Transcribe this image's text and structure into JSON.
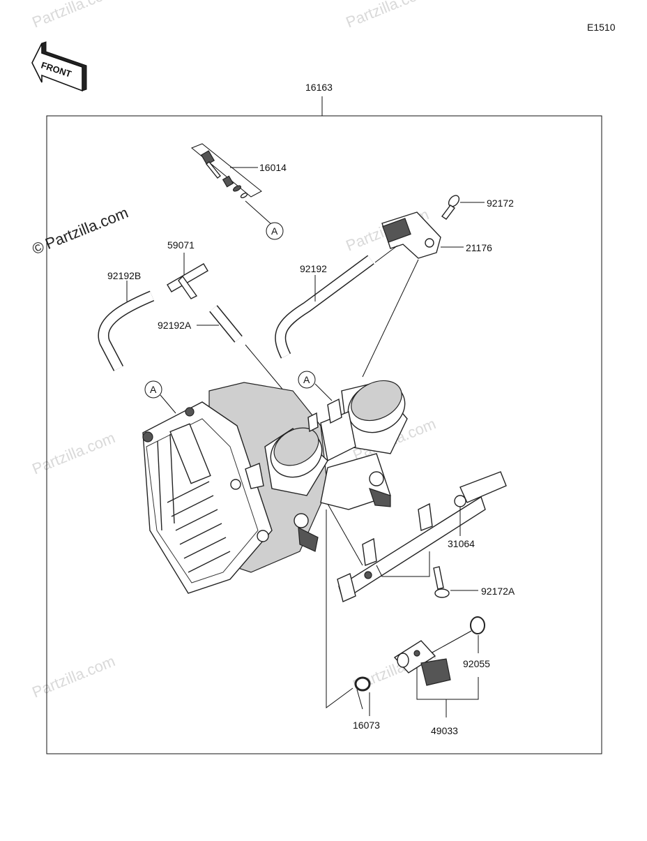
{
  "diagram": {
    "code": "E1510",
    "front_label": "FRONT",
    "assembly_part": "16163",
    "ref_marker": "A",
    "watermark": "Partzilla.com",
    "copyright_symbol": "©",
    "parts": {
      "p16014": "16014",
      "p92172": "92172",
      "p21176": "21176",
      "p59071": "59071",
      "p92192B": "92192B",
      "p92192": "92192",
      "p92192A": "92192A",
      "p31064": "31064",
      "p92172A": "92172A",
      "p92055": "92055",
      "p16073": "16073",
      "p49033": "49033"
    }
  }
}
